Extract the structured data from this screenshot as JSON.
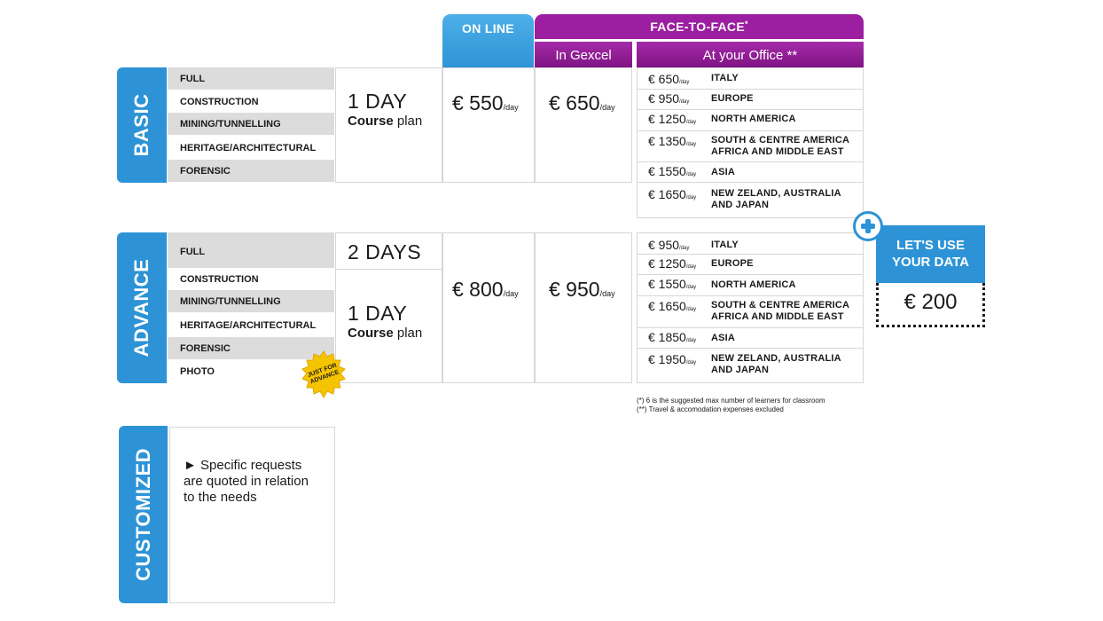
{
  "headers": {
    "online": "ON LINE",
    "face_to_face": "FACE-TO-FACE",
    "face_to_face_mark": "*",
    "in_gexcel": "In Gexcel",
    "at_office": "At your Office **"
  },
  "basic": {
    "label": "BASIC",
    "courses": [
      "FULL",
      "CONSTRUCTION",
      "MINING/TUNNELLING",
      "HERITAGE/ARCHITECTURAL",
      "FORENSIC"
    ],
    "duration": "1 DAY",
    "plan_bold": "Course",
    "plan_rest": " plan",
    "online_price": "€ 550",
    "gexcel_price": "€ 650",
    "per_day": "/day",
    "office": [
      {
        "price": "€ 650",
        "per": "/day",
        "region": "ITALY"
      },
      {
        "price": "€ 950",
        "per": "/day",
        "region": "EUROPE"
      },
      {
        "price": "€ 1250",
        "per": "/day",
        "region": "NORTH AMERICA"
      },
      {
        "price": "€ 1350",
        "per": "/day",
        "region_1": "SOUTH & CENTRE AMERICA",
        "region_2": "AFRICA AND MIDDLE EAST"
      },
      {
        "price": "€ 1550",
        "per": "/day",
        "region": "ASIA"
      },
      {
        "price": "€ 1650",
        "per": "/day",
        "region_1": "NEW ZELAND, AUSTRALIA",
        "region_2": "AND JAPAN"
      }
    ]
  },
  "advance": {
    "label": "ADVANCE",
    "courses": [
      "FULL",
      "CONSTRUCTION",
      "MINING/TUNNELLING",
      "HERITAGE/ARCHITECTURAL",
      "FORENSIC",
      "PHOTO"
    ],
    "duration_full": "2 DAYS",
    "duration_other": "1 DAY",
    "plan_bold": "Course",
    "plan_rest": " plan",
    "online_price": "€ 800",
    "gexcel_price": "€ 950",
    "per_day": "/day",
    "badge_line1": "JUST FOR",
    "badge_line2": "ADVANCE",
    "office": [
      {
        "price": "€ 950",
        "per": "/day",
        "region": "ITALY"
      },
      {
        "price": "€ 1250",
        "per": "/day",
        "region": "EUROPE"
      },
      {
        "price": "€ 1550",
        "per": "/day",
        "region": "NORTH AMERICA"
      },
      {
        "price": "€ 1650",
        "per": "/day",
        "region_1": "SOUTH & CENTRE AMERICA",
        "region_2": "AFRICA AND MIDDLE EAST"
      },
      {
        "price": "€ 1850",
        "per": "/day",
        "region": "ASIA"
      },
      {
        "price": "€ 1950",
        "per": "/day",
        "region_1": "NEW ZELAND, AUSTRALIA",
        "region_2": "AND JAPAN"
      }
    ]
  },
  "data_offer": {
    "line1": "LET'S USE",
    "line2": "YOUR DATA",
    "price": "€ 200"
  },
  "footnotes": [
    "(*) 6 is the suggested max number of learners for classroom",
    "(**) Travel & accomodation expenses excluded"
  ],
  "customized": {
    "label": "CUSTOMIZED",
    "text": "► Specific requests are quoted in relation to the needs"
  },
  "colors": {
    "blue": "#2d93d6",
    "purple": "#9b1fa0",
    "badge_yellow": "#f5c400",
    "row_shade": "#dcdcdc"
  }
}
